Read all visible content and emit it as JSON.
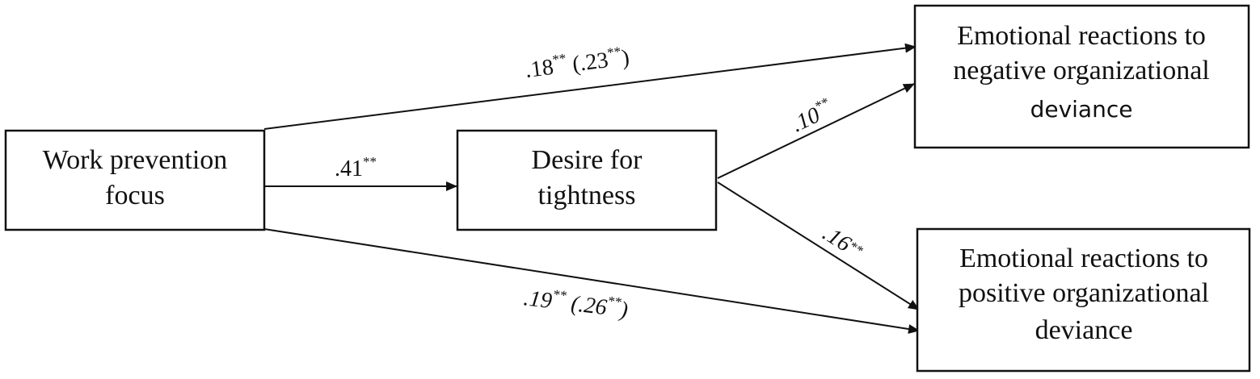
{
  "nodes": {
    "work_prevention": {
      "lines": [
        "Work prevention",
        "focus"
      ]
    },
    "desire_tightness": {
      "lines": [
        "Desire for",
        "tightness"
      ]
    },
    "neg_deviance": {
      "lines": [
        "Emotional reactions to",
        "negative organizational",
        "deviance"
      ]
    },
    "pos_deviance": {
      "lines": [
        "Emotional reactions to",
        "positive organizational",
        "deviance"
      ]
    }
  },
  "edges": {
    "wpf_to_neg": {
      "main": ".18",
      "main_sup": "**",
      "paren_open": " (.23",
      "paren_sup": "**",
      "paren_close": ")"
    },
    "wpf_to_dft": {
      "main": ".41",
      "main_sup": "**"
    },
    "wpf_to_pos": {
      "main": ".19",
      "main_sup": "**",
      "paren_open": " (.26",
      "paren_sup": "**",
      "paren_close": ")"
    },
    "dft_to_neg": {
      "main": ".10",
      "main_sup": "**"
    },
    "dft_to_pos": {
      "main": ".16",
      "main_sup": "**"
    }
  },
  "colors": {
    "stroke": "#111111",
    "background": "#ffffff"
  }
}
